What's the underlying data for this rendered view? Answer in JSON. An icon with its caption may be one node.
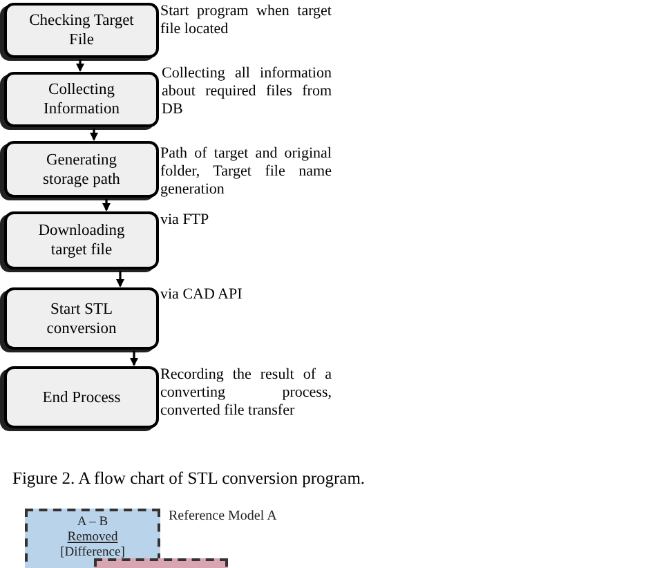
{
  "diagram": {
    "caption": "Figure 2. A flow chart of STL conversion program.",
    "nodes": [
      {
        "text": [
          "Checking Target File"
        ],
        "beside": [
          "Start program when target file located"
        ]
      },
      {
        "text": [
          "Collecting Information"
        ],
        "beside": [
          "Collecting all information about required files from DB"
        ]
      },
      {
        "text": [
          "Generating storage path"
        ],
        "beside": [
          "Path of target and original folder, Target file name generation"
        ]
      },
      {
        "text": [
          "Downloading target file"
        ],
        "beside": [
          "via FTP"
        ]
      },
      {
        "text": [
          "Start STL conversion"
        ],
        "beside": [
          "via CAD API"
        ]
      },
      {
        "text": [
          "End Process"
        ],
        "beside": [
          "Recording the result of a converting process, converted file transfer"
        ]
      },
      {
        "text": [
          "A – B",
          "Removed",
          "[Difference]"
        ],
        "beside": [
          "Reference Model A"
        ]
      },
      {
        "text": [],
        "shape": "box"
      }
    ],
    "edges": [
      {
        "from": 0,
        "to": 1,
        "arrow": "to"
      },
      {
        "from": 1,
        "to": 2,
        "arrow": "to"
      },
      {
        "from": 2,
        "to": 3,
        "arrow": "to"
      },
      {
        "from": 3,
        "to": 4,
        "arrow": "to"
      },
      {
        "from": 4,
        "to": 5,
        "arrow": "to"
      }
    ]
  }
}
